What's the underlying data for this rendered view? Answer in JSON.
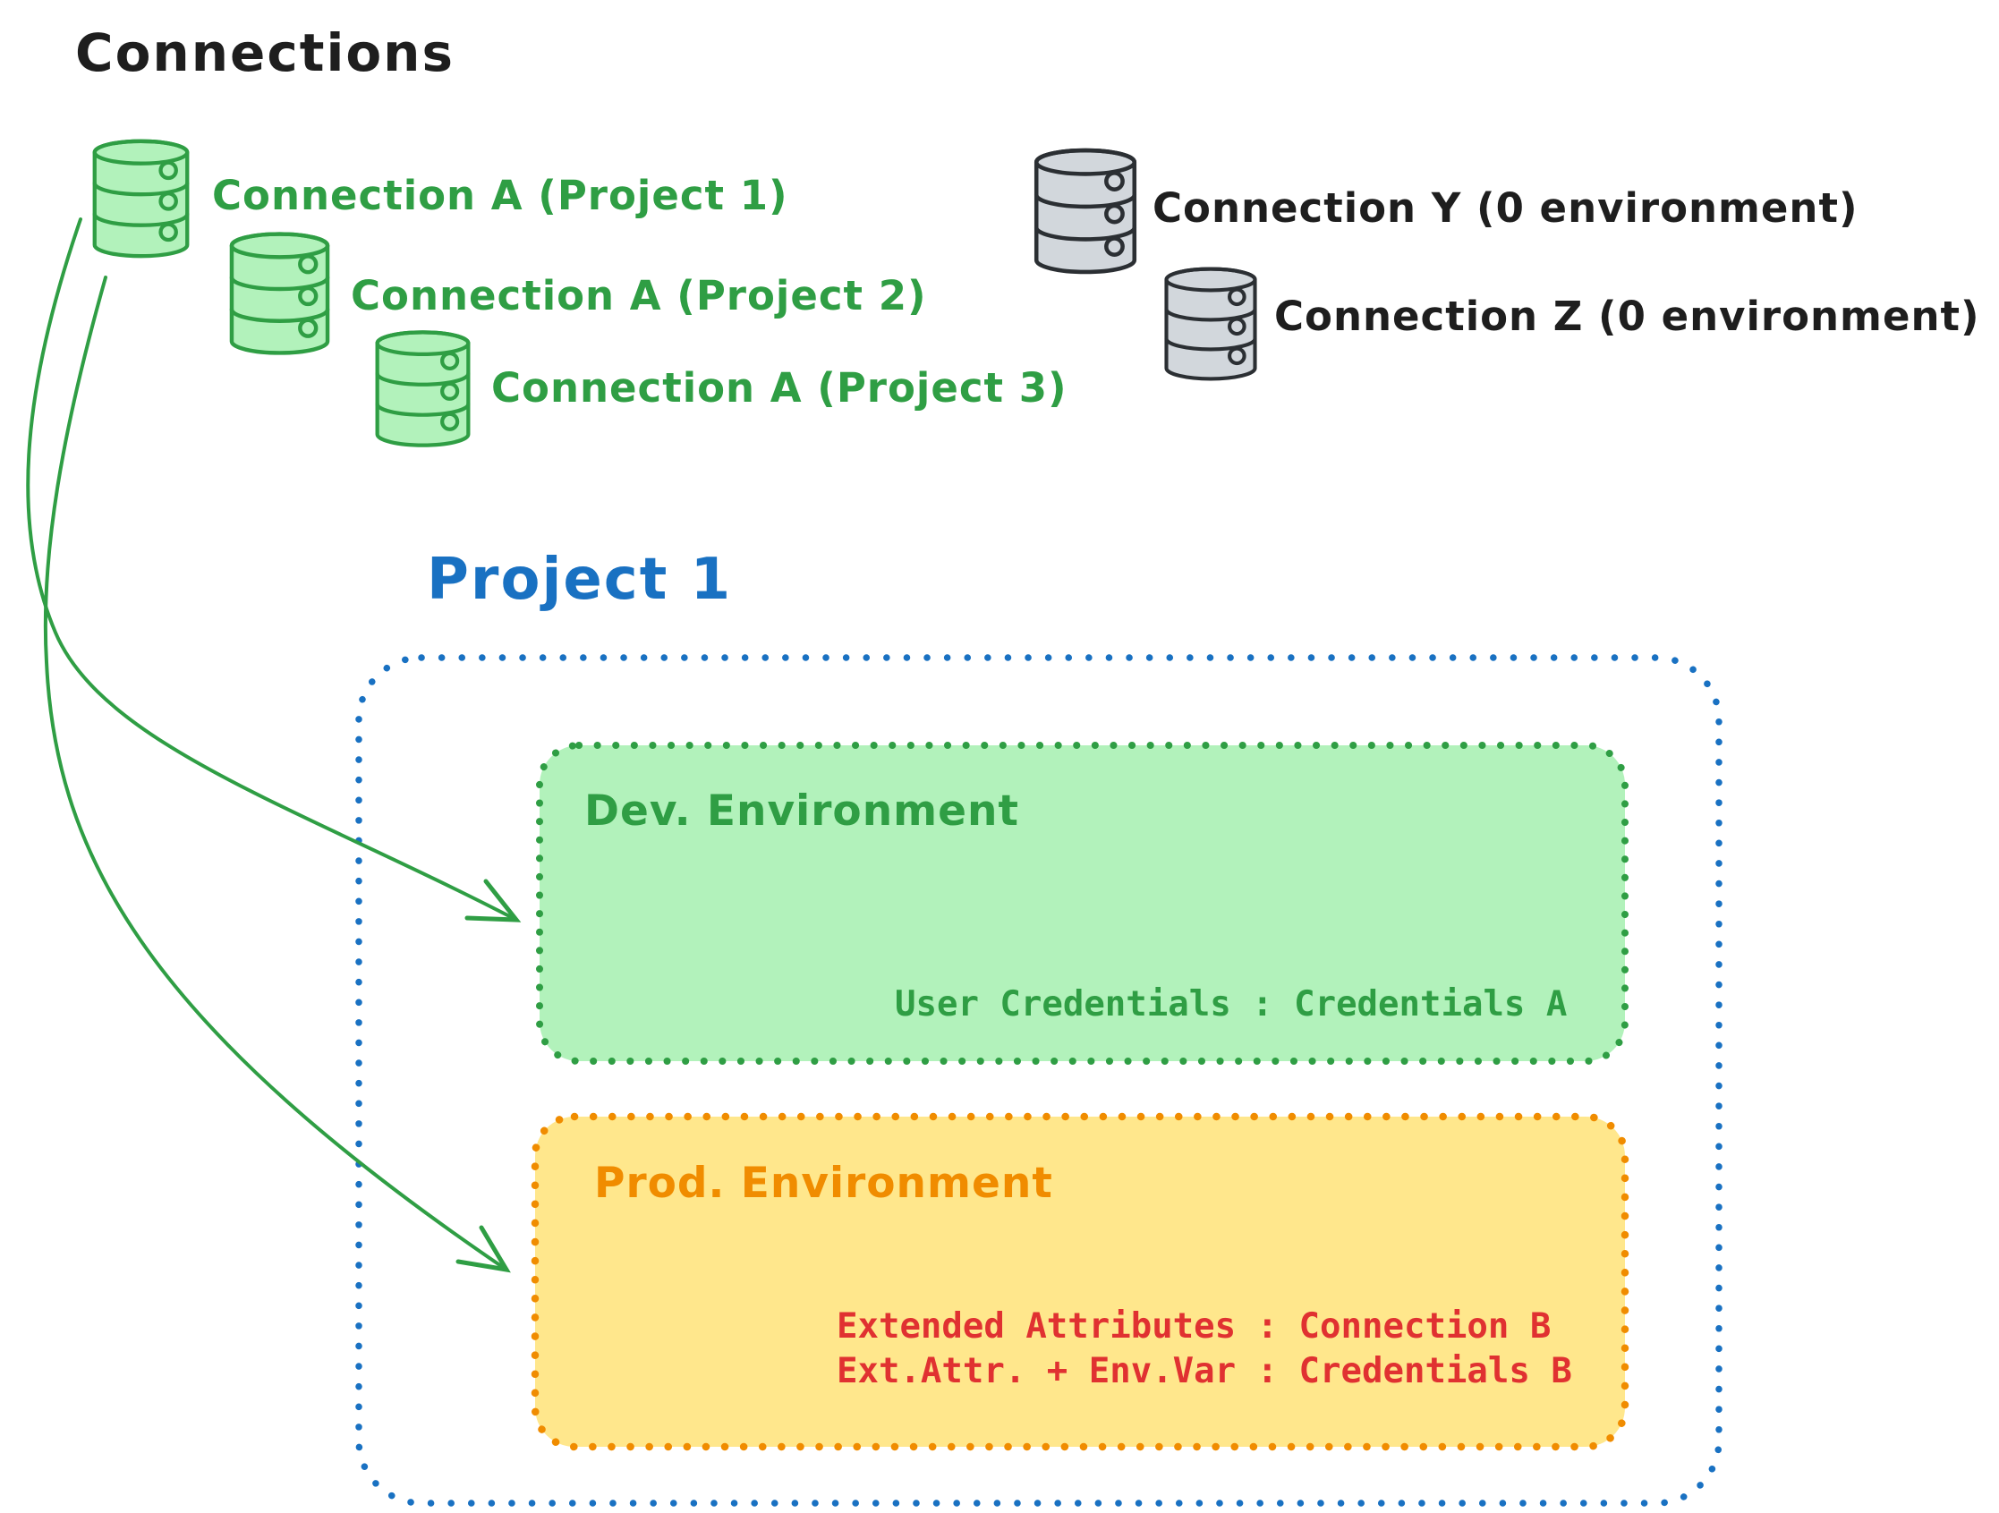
{
  "page": {
    "title": "Connections"
  },
  "colors": {
    "ink": "#1e1e1e",
    "green": "#2f9e44",
    "green-fill": "#b2f2bb",
    "blue": "#1971c2",
    "orange": "#f08c00",
    "yellow-fill": "#ffe78c",
    "red": "#e03131",
    "gray-stroke": "#2b2f33",
    "gray-fill": "#d2d7dc",
    "bg": "#ffffff"
  },
  "green_connections": [
    {
      "label": "Connection A (Project 1)"
    },
    {
      "label": "Connection A (Project 2)"
    },
    {
      "label": "Connection A (Project 3)"
    }
  ],
  "gray_connections": [
    {
      "label": "Connection Y (0 environment)"
    },
    {
      "label": "Connection Z (0 environment)"
    }
  ],
  "project": {
    "title": "Project 1",
    "dev_environment": {
      "title": "Dev. Environment",
      "mapping": "User Credentials : Credentials A"
    },
    "prod_environment": {
      "title": "Prod. Environment",
      "mappings": [
        "Extended Attributes : Connection B",
        "Ext.Attr. + Env.Var : Credentials B"
      ]
    }
  }
}
